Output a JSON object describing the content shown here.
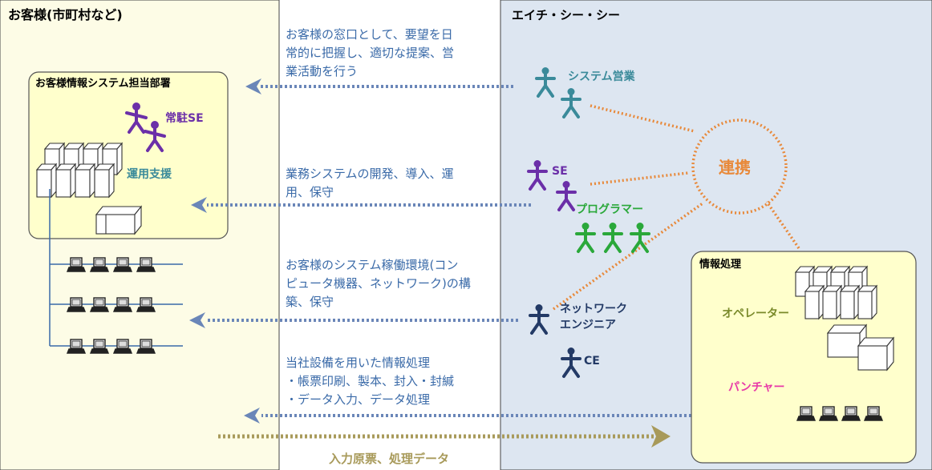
{
  "customer": {
    "title": "お客様(市町村など)",
    "dept_title": "お客様情報システム担当部署",
    "resident_se": "常駐SE",
    "ops_support": "運用支援"
  },
  "hcc": {
    "title": "エイチ・シー・シー",
    "sales": "システム営業",
    "se": "SE",
    "programmer": "プログラマー",
    "network_line1": "ネットワーク",
    "network_line2": "エンジニア",
    "ce": "CE",
    "collab": "連携",
    "proc_title": "情報処理",
    "operator": "オペレーター",
    "puncher": "パンチャー"
  },
  "flows": {
    "sales_lines": [
      "お客様の窓口として、要望を日",
      "常的に把握し、適切な提案、営",
      "業活動を行う"
    ],
    "se_lines": [
      "業務システムの開発、導入、運",
      "用、保守"
    ],
    "net_lines": [
      "お客様のシステム稼働環境(コン",
      "ピュータ機器、ネットワーク)の構",
      "築、保守"
    ],
    "proc_lines": [
      "当社設備を用いた情報処理",
      "・帳票印刷、製本、封入・封緘",
      "・データ入力、データ処理"
    ],
    "bottom_label": "入力原票、処理データ"
  },
  "colors": {
    "customer_bg": "#fdfce6",
    "hcc_bg": "#dde6f1",
    "box_fill": "#ffffcc",
    "teal": "#3a8a9a",
    "purple": "#6b2fa8",
    "green": "#2aa83a",
    "navy": "#233a66",
    "olive": "#7a8a2a",
    "magenta": "#e83aa8",
    "orange": "#e8893a",
    "arrow_blue": "#6a86b8",
    "arrow_olive": "#a89a5a",
    "text_blue": "#3a6aa8"
  }
}
